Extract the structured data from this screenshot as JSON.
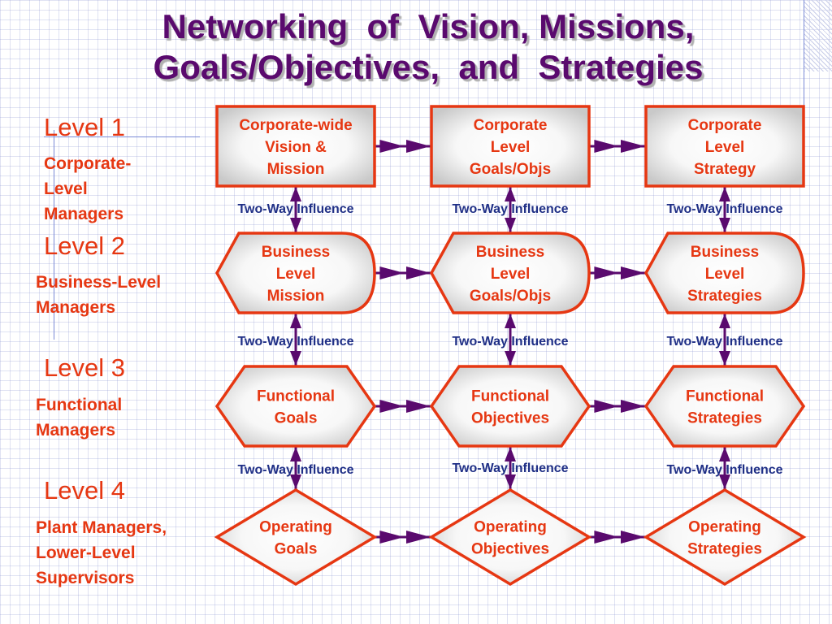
{
  "title": {
    "line1": "Networking  of  Vision, Missions,",
    "line2": "Goals/Objectives,  and  Strategies"
  },
  "colors": {
    "title": "#5a0a6e",
    "accent": "#e63712",
    "influence": "#1f2f86",
    "arrow": "#5a0a6e"
  },
  "levels": [
    {
      "label": "Level 1",
      "managers": [
        "Corporate-",
        "Level",
        "Managers"
      ]
    },
    {
      "label": "Level 2",
      "managers": [
        "Business-Level",
        "Managers"
      ]
    },
    {
      "label": "Level 3",
      "managers": [
        "Functional",
        "Managers"
      ]
    },
    {
      "label": "Level 4",
      "managers": [
        "Plant Managers,",
        "Lower-Level",
        "Supervisors"
      ]
    }
  ],
  "rows": [
    {
      "shape": "rectangle",
      "nodes": [
        [
          "Corporate-wide",
          "Vision &",
          "Mission"
        ],
        [
          "Corporate",
          "Level",
          "Goals/Objs"
        ],
        [
          "Corporate",
          "Level",
          "Strategy"
        ]
      ]
    },
    {
      "shape": "hexagon-rounded",
      "nodes": [
        [
          "Business",
          "Level",
          "Mission"
        ],
        [
          "Business",
          "Level",
          "Goals/Objs"
        ],
        [
          "Business",
          "Level",
          "Strategies"
        ]
      ]
    },
    {
      "shape": "hexagon",
      "nodes": [
        [
          "Functional",
          "Goals"
        ],
        [
          "Functional",
          "Objectives"
        ],
        [
          "Functional",
          "Strategies"
        ]
      ]
    },
    {
      "shape": "diamond",
      "nodes": [
        [
          "Operating",
          "Goals"
        ],
        [
          "Operating",
          "Objectives"
        ],
        [
          "Operating",
          "Strategies"
        ]
      ]
    }
  ],
  "influence_label": "Two-Way Influence"
}
